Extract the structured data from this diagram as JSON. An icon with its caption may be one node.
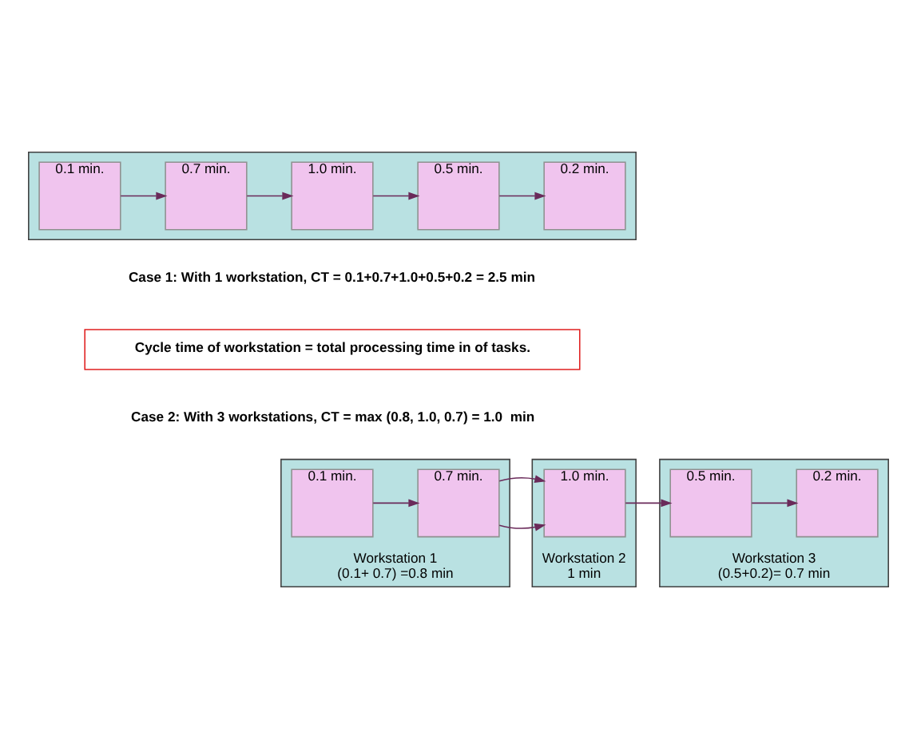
{
  "diagram": {
    "nodes": [
      {
        "text": [],
        "shape": "box"
      },
      {
        "text": [
          "0.1 min."
        ],
        "in": 0
      },
      {
        "text": [
          "0.7 min."
        ],
        "in": 0
      },
      {
        "text": [
          "1.0 min."
        ],
        "in": 0
      },
      {
        "text": [
          "0.5 min."
        ],
        "in": 0
      },
      {
        "text": [
          "0.2 min."
        ],
        "in": 0
      },
      {
        "text": [
          "Cycle time of workstation = total processing time in of tasks."
        ]
      },
      {
        "text": [
          "Workstation 1",
          "(0.1+ 0.7) =0.8 min"
        ]
      },
      {
        "text": [
          "0.1 min."
        ],
        "in": 7
      },
      {
        "text": [
          "0.7 min."
        ],
        "in": 7
      },
      {
        "text": [
          "Workstation 2",
          "1 min"
        ]
      },
      {
        "text": [
          "1.0 min."
        ],
        "in": 10
      },
      {
        "text": [
          "Workstation 3",
          "(0.5+0.2)= 0.7 min"
        ]
      },
      {
        "text": [
          "0.5 min."
        ],
        "in": 12
      },
      {
        "text": [
          "0.2 min."
        ],
        "in": 12
      }
    ],
    "edges": [
      {
        "from": 1,
        "to": 2,
        "arrow": "to"
      },
      {
        "from": 2,
        "to": 3,
        "arrow": "to"
      },
      {
        "from": 3,
        "to": 4,
        "arrow": "to"
      },
      {
        "from": 4,
        "to": 5,
        "arrow": "to"
      },
      {
        "from": 8,
        "to": 9,
        "arrow": "to"
      },
      {
        "from": 9,
        "to": 11,
        "arrow": "to"
      },
      {
        "from": 11,
        "to": 13,
        "arrow": "to"
      },
      {
        "from": 13,
        "to": 14,
        "arrow": "to"
      }
    ],
    "labels": [
      "Case 1: With 1 workstation, CT = 0.1+0.7+1.0+0.5+0.2 = 2.5 min",
      "Case 2: With 3 workstations, CT = max (0.8, 1.0, 0.7) = 1.0  min"
    ]
  }
}
